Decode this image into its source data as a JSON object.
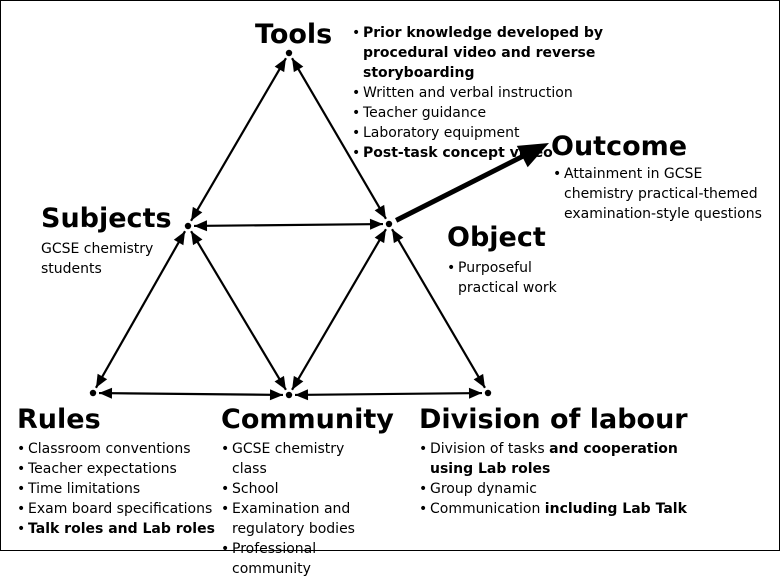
{
  "nodes": {
    "tools": {
      "title": "Tools",
      "items": [
        {
          "pre": "",
          "bold": "Prior knowledge developed by procedural video and reverse storyboarding",
          "post": ""
        },
        {
          "pre": "Written and verbal instruction",
          "bold": "",
          "post": ""
        },
        {
          "pre": "Teacher guidance",
          "bold": "",
          "post": ""
        },
        {
          "pre": "Laboratory equipment",
          "bold": "",
          "post": ""
        },
        {
          "pre": "",
          "bold": "Post-task concept video",
          "post": ""
        }
      ]
    },
    "outcome": {
      "title": "Outcome",
      "items": [
        {
          "pre": "Attainment in GCSE chemistry practical-themed examination-style questions",
          "bold": "",
          "post": ""
        }
      ]
    },
    "subjects": {
      "title": "Subjects",
      "text": "GCSE chemistry students"
    },
    "object": {
      "title": "Object",
      "items": [
        {
          "pre": "Purposeful practical work",
          "bold": "",
          "post": ""
        }
      ]
    },
    "rules": {
      "title": "Rules",
      "items": [
        {
          "pre": "Classroom conventions",
          "bold": "",
          "post": ""
        },
        {
          "pre": "Teacher expectations",
          "bold": "",
          "post": ""
        },
        {
          "pre": "Time limitations",
          "bold": "",
          "post": ""
        },
        {
          "pre": "Exam board specifications",
          "bold": "",
          "post": ""
        },
        {
          "pre": "",
          "bold": "Talk roles and Lab roles",
          "post": ""
        }
      ]
    },
    "community": {
      "title": "Community",
      "items": [
        {
          "pre": "GCSE chemistry class",
          "bold": "",
          "post": ""
        },
        {
          "pre": "School",
          "bold": "",
          "post": ""
        },
        {
          "pre": "Examination and regulatory bodies",
          "bold": "",
          "post": ""
        },
        {
          "pre": "Professional community",
          "bold": "",
          "post": ""
        }
      ]
    },
    "division": {
      "title": "Division of labour",
      "items": [
        {
          "pre": "Division of tasks ",
          "bold": "and cooperation using Lab roles",
          "post": ""
        },
        {
          "pre": "Group dynamic",
          "bold": "",
          "post": ""
        },
        {
          "pre": "Communication ",
          "bold": "including Lab Talk",
          "post": ""
        }
      ]
    }
  },
  "edges": [
    {
      "from": "tools",
      "to": "subjects"
    },
    {
      "from": "tools",
      "to": "object"
    },
    {
      "from": "subjects",
      "to": "object"
    },
    {
      "from": "subjects",
      "to": "rules"
    },
    {
      "from": "subjects",
      "to": "community"
    },
    {
      "from": "object",
      "to": "community"
    },
    {
      "from": "object",
      "to": "division"
    },
    {
      "from": "rules",
      "to": "community"
    },
    {
      "from": "community",
      "to": "division"
    }
  ],
  "colors": {
    "ink": "#000000",
    "background": "#ffffff"
  }
}
